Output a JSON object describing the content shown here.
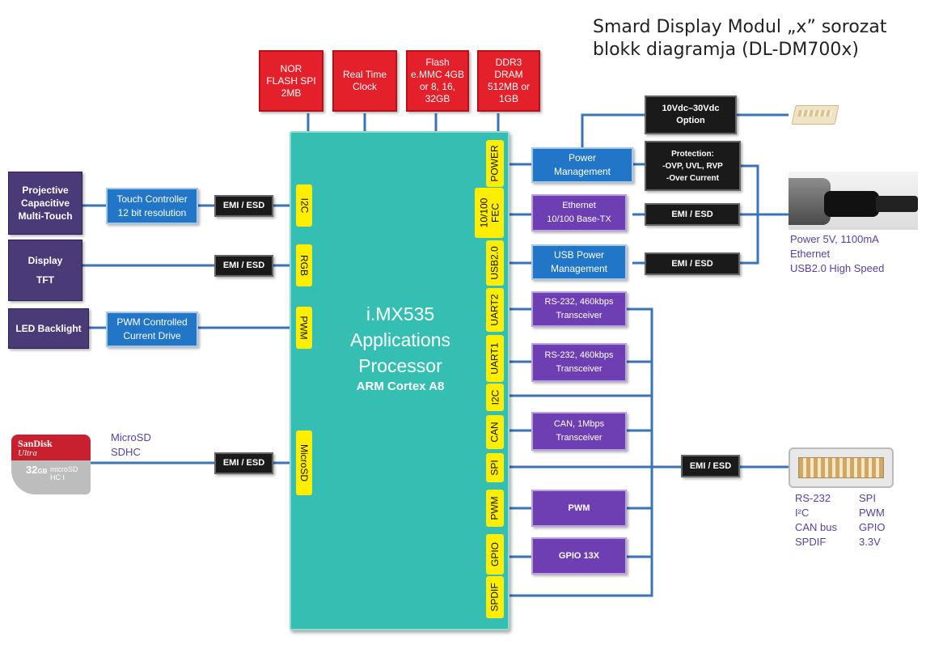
{
  "title_line1": "Smard Display Modul „x” sorozat",
  "title_line2": "blokk diagramja (DL-DM700x)",
  "cpu": {
    "name": "i.MX535",
    "line2": "Applications",
    "line3": "Processor",
    "line4": "ARM Cortex A8"
  },
  "memory": {
    "nor": "NOR FLASH SPI 2MB",
    "rtc": "Real Time Clock",
    "flash": "Flash e.MMC 4GB or 8, 16, 32GB",
    "ddr": "DDR3 DRAM 512MB or 1GB"
  },
  "left_tags": {
    "i2c": "I2C",
    "rgb": "RGB",
    "pwm": "PWM",
    "microsd": "MicroSD"
  },
  "right_tags": {
    "power": "POWER",
    "fec": "10/100 FEC",
    "usb": "USB2.0",
    "uart2": "UART2",
    "uart1": "UART1",
    "i2c": "I2C",
    "can": "CAN",
    "spi": "SPI",
    "pwm": "PWM",
    "gpio": "GPIO",
    "spdif": "SPDIF"
  },
  "left_blocks": {
    "touch": "Projective Capacitive Multi-Touch",
    "touch_ctrl_1": "Touch Controller",
    "touch_ctrl_2": "12 bit resolution",
    "display_1": "Display",
    "display_2": "TFT",
    "led": "LED Backlight",
    "pwm_drive": "PWM Controlled Current Drive"
  },
  "emi": "EMI / ESD",
  "microsd_label_1": "MicroSD",
  "microsd_label_2": "SDHC",
  "sd_card": {
    "brand": "SanDisk",
    "model": "Ultra",
    "size": "32",
    "unit": "GB",
    "type": "microSD HC I"
  },
  "right_blocks": {
    "power_mgmt": "Power Management",
    "vdc": "10Vdc–30Vdc Option",
    "protection_1": "Protection:",
    "protection_2": "-OVP, UVL, RVP",
    "protection_3": "-Over Current",
    "ethernet_1": "Ethernet",
    "ethernet_2": "10/100 Base-TX",
    "usb_power": "USB Power Management",
    "rs232_a": "RS-232, 460kbps Transceiver",
    "rs232_b": "RS-232, 460kbps Transceiver",
    "can": "CAN, 1Mbps Transceiver",
    "pwm": "PWM",
    "gpio": "GPIO 13X"
  },
  "cable_notes": [
    "Power 5V, 1100mA",
    "Ethernet",
    "USB2.0 High Speed"
  ],
  "connector_notes_left": [
    "RS-232",
    "I²C",
    "CAN bus",
    "SPDIF"
  ],
  "connector_notes_right": [
    "SPI",
    "PWM",
    "GPIO",
    "3.3V"
  ],
  "colors": {
    "cpu": "#35bfb2",
    "line": "#3b73b9",
    "red": "#e4202a",
    "purple": "#4a3a78",
    "violet": "#6e3fb3",
    "blue": "#2176c7",
    "tag": "#ffee00"
  }
}
